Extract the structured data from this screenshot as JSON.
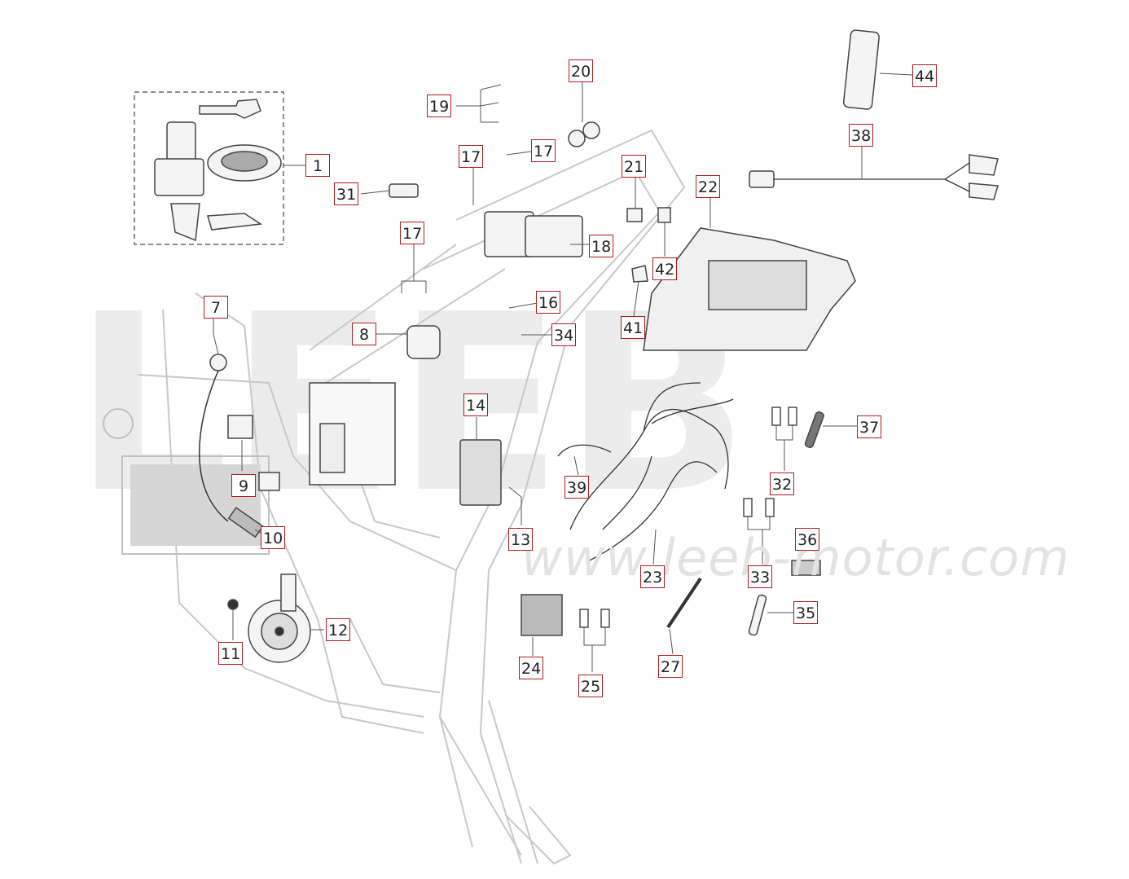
{
  "diagram": {
    "watermark_logo": "LEEB",
    "watermark_url": "www.leeb-motor.com",
    "labels": [
      "1",
      "7",
      "8",
      "9",
      "10",
      "11",
      "12",
      "13",
      "14",
      "16",
      "17",
      "17",
      "17",
      "18",
      "19",
      "20",
      "21",
      "22",
      "23",
      "24",
      "25",
      "27",
      "31",
      "32",
      "33",
      "34",
      "35",
      "36",
      "37",
      "38",
      "39",
      "41",
      "42",
      "44"
    ]
  }
}
